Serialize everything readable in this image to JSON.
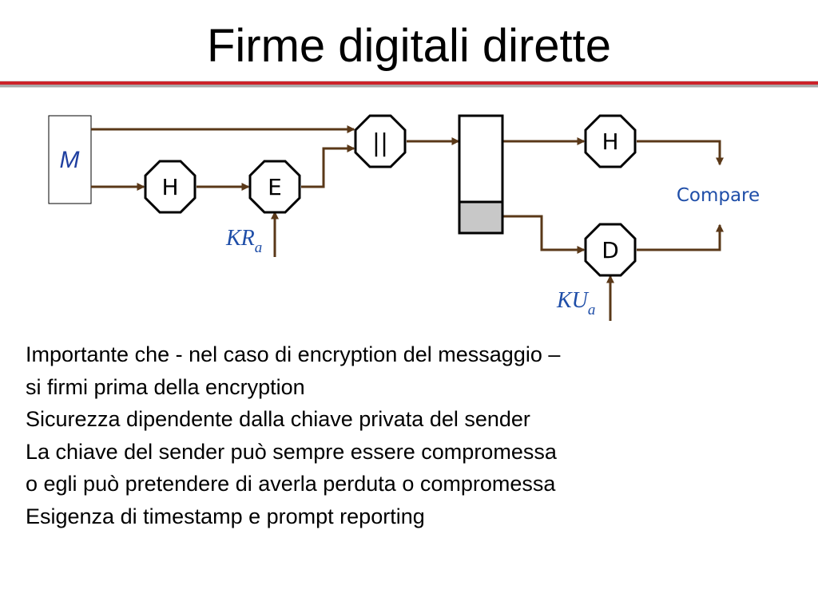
{
  "slide": {
    "title": "Firme digitali dirette"
  },
  "diagram": {
    "message_label": "M",
    "hash_label_left": "H",
    "encrypt_label": "E",
    "concat_label": "||",
    "hash_label_right": "H",
    "decrypt_label": "D",
    "compare_label": "Compare",
    "private_key": {
      "base": "KR",
      "subscript": "a"
    },
    "public_key": {
      "base": "KU",
      "subscript": "a"
    },
    "colors": {
      "arrow": "#5a3818",
      "compare_text": "#1f4ea8",
      "key_text": "#1f4ea8",
      "message_text": "#1f3fa0",
      "buffer_fill": "#c8c8c8",
      "rule_red": "#cc2229",
      "rule_gray": "#a9a9a9"
    }
  },
  "bullets": [
    "Importante che - nel caso di encryption del messaggio –",
    "si firmi prima della encryption",
    "Sicurezza dipendente dalla chiave privata del sender",
    "La chiave del sender può sempre essere compromessa",
    "o egli può pretendere di averla perduta o compromessa",
    "Esigenza di timestamp e prompt reporting"
  ]
}
